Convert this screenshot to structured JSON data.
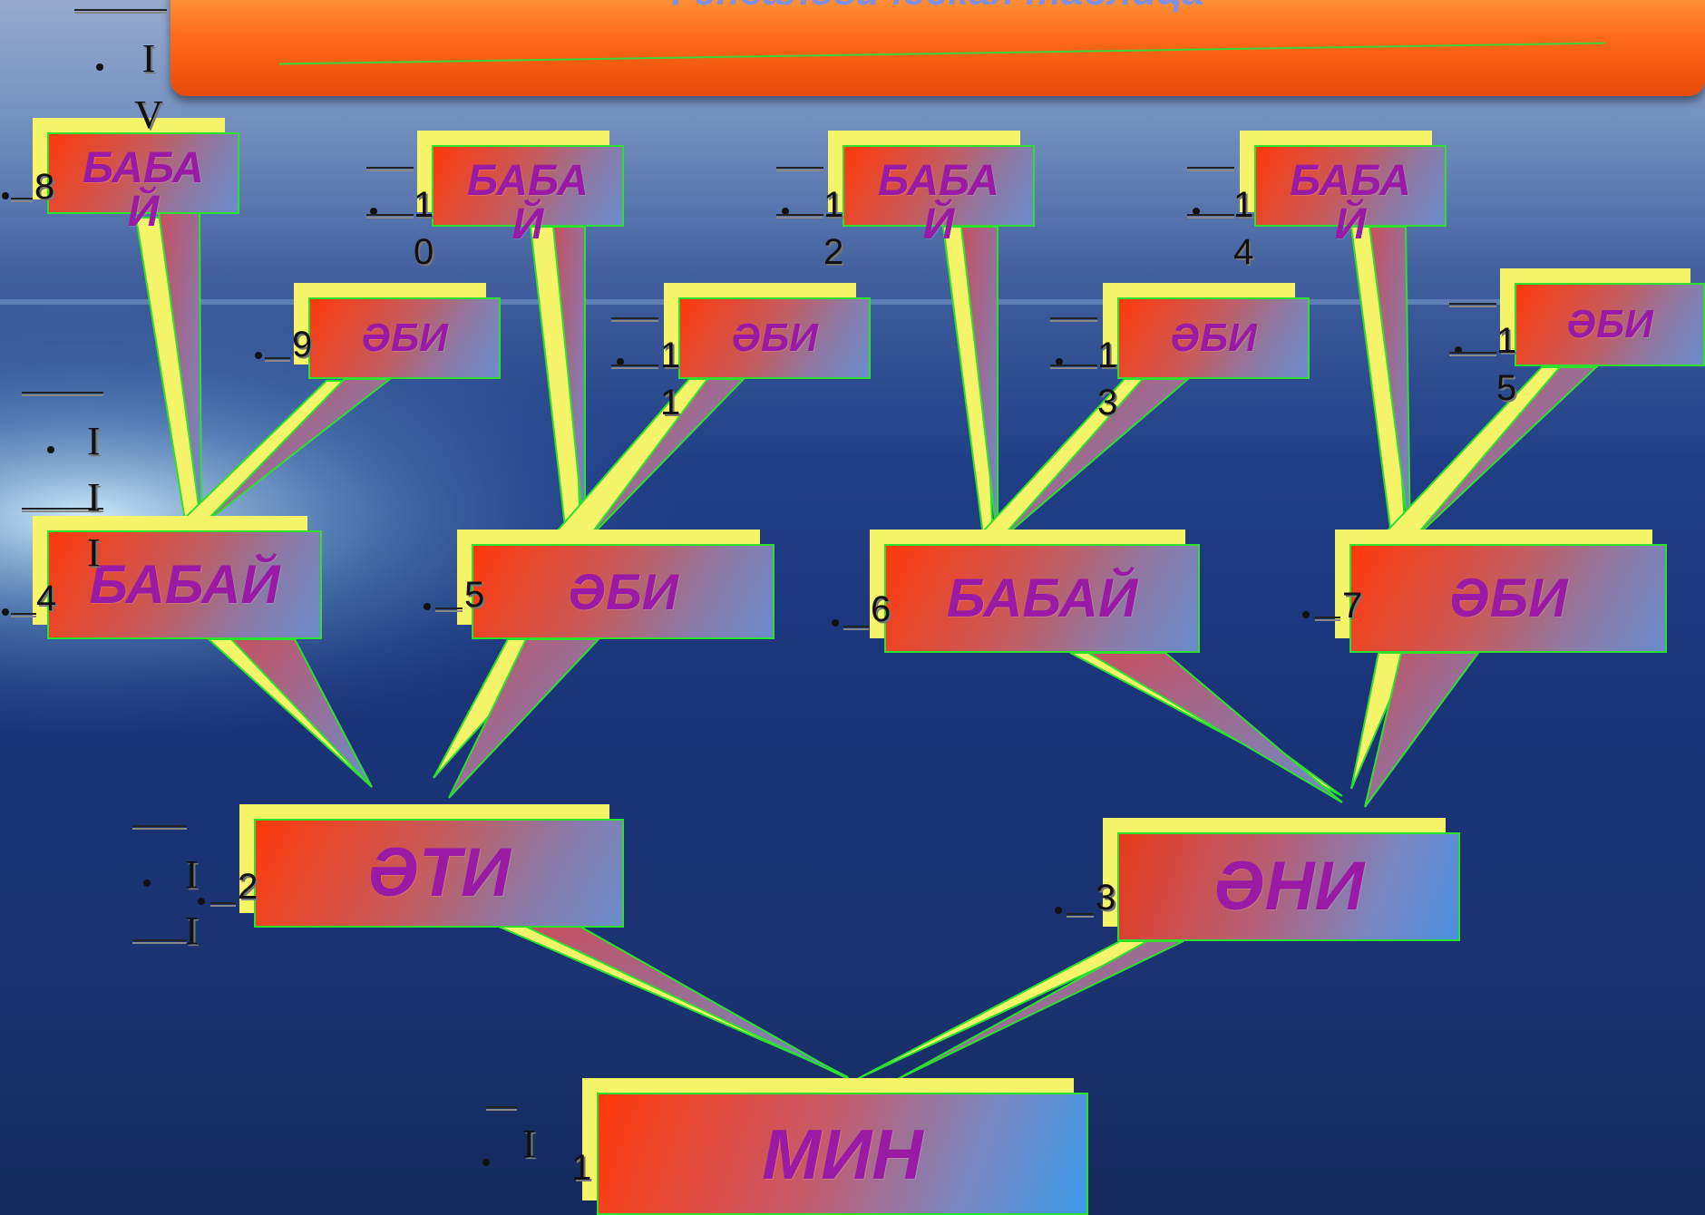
{
  "title": "Генеалогическая таблица",
  "nodes": {
    "min": {
      "label": "МИН",
      "num": "1"
    },
    "eti": {
      "label": "ӘТИ",
      "num": "2"
    },
    "eni": {
      "label": "ӘНИ",
      "num": "3"
    },
    "n4": {
      "label": "БАБАЙ",
      "num": "4"
    },
    "n5": {
      "label": "ӘБИ",
      "num": "5"
    },
    "n6": {
      "label": "БАБАЙ",
      "num": "6"
    },
    "n7": {
      "label": "ӘБИ",
      "num": "7"
    },
    "n8": {
      "label": "БАБА\nЙ",
      "num": "8"
    },
    "n9": {
      "label": "ӘБИ",
      "num": "9"
    },
    "n10": {
      "label": "БАБА\nЙ",
      "num": "1\n0"
    },
    "n11": {
      "label": "ӘБИ",
      "num": "1\n1"
    },
    "n12": {
      "label": "БАБА\nЙ",
      "num": "1\n2"
    },
    "n13": {
      "label": "ӘБИ",
      "num": "1\n3"
    },
    "n14": {
      "label": "БАБА\nЙ",
      "num": "1\n4"
    },
    "n15": {
      "label": "ӘБИ",
      "num": "1\n5"
    }
  },
  "generations": {
    "g1": "I",
    "g2": "I\nI",
    "g3": "I\nI\nI",
    "g4": "I\nV"
  },
  "colors": {
    "label": "#9a1aa6",
    "connector": "#2ee02e",
    "shadow": "#f6f56a"
  }
}
